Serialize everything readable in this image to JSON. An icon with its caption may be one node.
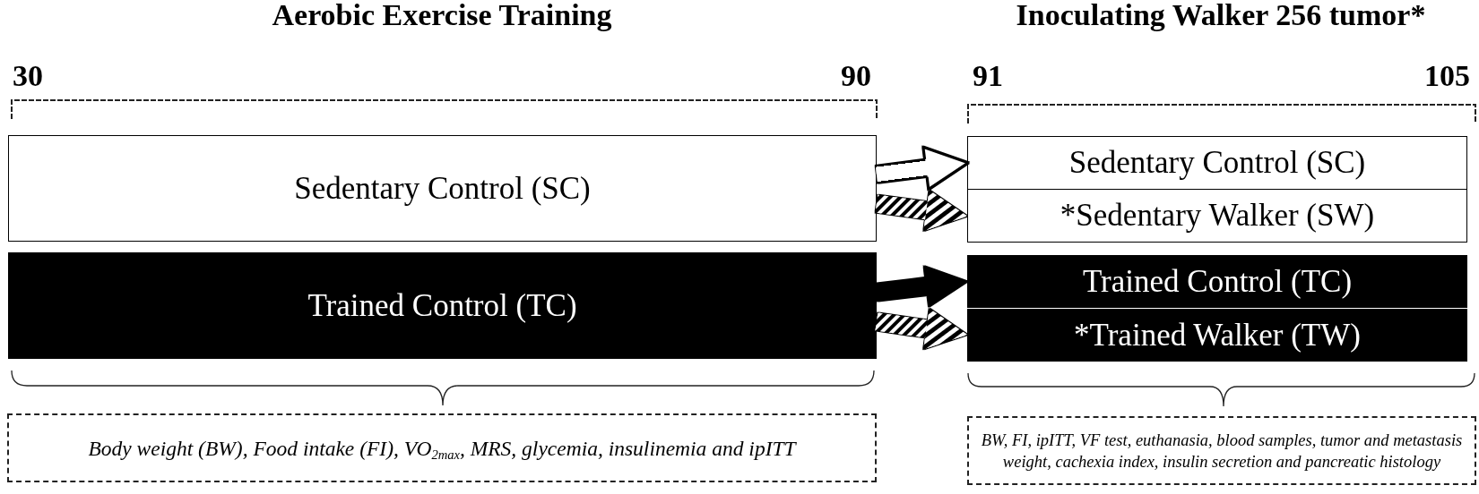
{
  "diagram": {
    "nodes": [
      {
        "text": [
          "Sedentary Control (SC)"
        ]
      },
      {
        "text": [
          "Trained Control (TC)"
        ]
      },
      {
        "text": [
          "Sedentary Control (SC)"
        ]
      },
      {
        "text": [
          "*Sedentary Walker (SW)"
        ]
      },
      {
        "text": [
          "Trained Control (TC)"
        ]
      },
      {
        "text": [
          "*Trained Walker (TW)"
        ]
      },
      {
        "text": [
          "Body weight (BW), Food intake (FI), VO$_{2max}$, MRS, glycemia, insulinemia and ipITT"
        ]
      },
      {
        "text": [
          "BW, FI, ipITT, VF test, euthanasia, blood samples, tumor and metastasis weight, cachexia index, insulin secretion and pancreatic histology"
        ]
      }
    ],
    "edges": [
      {
        "from": 0,
        "to": 2,
        "arrow": "to",
        "color": "#ffffff"
      },
      {
        "from": 0,
        "to": 3,
        "arrow": "to"
      },
      {
        "from": 1,
        "to": 4,
        "arrow": "to",
        "color": "#000000"
      },
      {
        "from": 1,
        "to": 5,
        "arrow": "to"
      }
    ],
    "labels": [
      "Aerobic Exercise Training",
      "Inoculating Walker 256 tumor*",
      "30",
      "90",
      "91",
      "105"
    ]
  }
}
